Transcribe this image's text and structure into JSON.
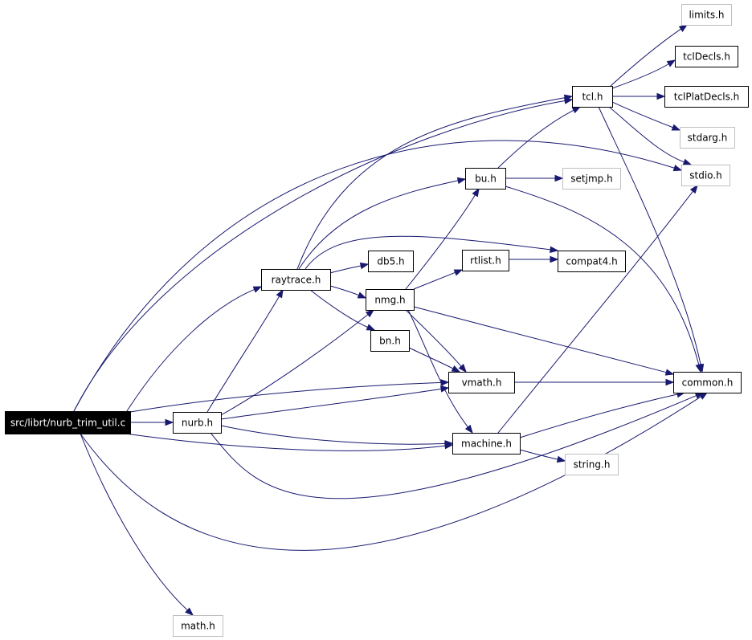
{
  "colors": {
    "edge": "#191970",
    "missing_border": "#bfbfbf",
    "root_fill": "#000000",
    "root_text": "#ffffff"
  },
  "nodes": [
    {
      "id": "root",
      "label": "src/librt/nurb_trim_util.c",
      "kind": "root"
    },
    {
      "id": "nurb",
      "label": "nurb.h",
      "kind": "normal"
    },
    {
      "id": "raytrace",
      "label": "raytrace.h",
      "kind": "normal"
    },
    {
      "id": "db5",
      "label": "db5.h",
      "kind": "normal"
    },
    {
      "id": "nmg",
      "label": "nmg.h",
      "kind": "normal"
    },
    {
      "id": "bn",
      "label": "bn.h",
      "kind": "normal"
    },
    {
      "id": "rtlist",
      "label": "rtlist.h",
      "kind": "normal"
    },
    {
      "id": "compat4",
      "label": "compat4.h",
      "kind": "normal"
    },
    {
      "id": "bu",
      "label": "bu.h",
      "kind": "normal"
    },
    {
      "id": "setjmp",
      "label": "setjmp.h",
      "kind": "missing"
    },
    {
      "id": "tcl",
      "label": "tcl.h",
      "kind": "normal"
    },
    {
      "id": "limits",
      "label": "limits.h",
      "kind": "missing"
    },
    {
      "id": "tclDecls",
      "label": "tclDecls.h",
      "kind": "normal"
    },
    {
      "id": "tclPlatDecls",
      "label": "tclPlatDecls.h",
      "kind": "normal"
    },
    {
      "id": "stdarg",
      "label": "stdarg.h",
      "kind": "missing"
    },
    {
      "id": "stdio",
      "label": "stdio.h",
      "kind": "missing"
    },
    {
      "id": "common",
      "label": "common.h",
      "kind": "normal"
    },
    {
      "id": "vmath",
      "label": "vmath.h",
      "kind": "normal"
    },
    {
      "id": "machine",
      "label": "machine.h",
      "kind": "normal"
    },
    {
      "id": "string",
      "label": "string.h",
      "kind": "missing"
    },
    {
      "id": "math",
      "label": "math.h",
      "kind": "missing"
    }
  ],
  "edges": [
    {
      "from": "root",
      "to": "nurb"
    },
    {
      "from": "root",
      "to": "raytrace"
    },
    {
      "from": "root",
      "to": "tcl"
    },
    {
      "from": "root",
      "to": "stdio"
    },
    {
      "from": "root",
      "to": "vmath"
    },
    {
      "from": "root",
      "to": "machine"
    },
    {
      "from": "root",
      "to": "common"
    },
    {
      "from": "root",
      "to": "math"
    },
    {
      "from": "nurb",
      "to": "raytrace"
    },
    {
      "from": "nurb",
      "to": "nmg"
    },
    {
      "from": "nurb",
      "to": "vmath"
    },
    {
      "from": "nurb",
      "to": "machine"
    },
    {
      "from": "nurb",
      "to": "common"
    },
    {
      "from": "raytrace",
      "to": "db5"
    },
    {
      "from": "raytrace",
      "to": "nmg"
    },
    {
      "from": "raytrace",
      "to": "bn"
    },
    {
      "from": "raytrace",
      "to": "compat4"
    },
    {
      "from": "raytrace",
      "to": "bu"
    },
    {
      "from": "raytrace",
      "to": "tcl"
    },
    {
      "from": "nmg",
      "to": "rtlist"
    },
    {
      "from": "nmg",
      "to": "bu"
    },
    {
      "from": "nmg",
      "to": "vmath"
    },
    {
      "from": "nmg",
      "to": "machine"
    },
    {
      "from": "nmg",
      "to": "common"
    },
    {
      "from": "bn",
      "to": "vmath"
    },
    {
      "from": "rtlist",
      "to": "compat4"
    },
    {
      "from": "bu",
      "to": "tcl"
    },
    {
      "from": "bu",
      "to": "setjmp"
    },
    {
      "from": "bu",
      "to": "common"
    },
    {
      "from": "tcl",
      "to": "limits"
    },
    {
      "from": "tcl",
      "to": "tclDecls"
    },
    {
      "from": "tcl",
      "to": "tclPlatDecls"
    },
    {
      "from": "tcl",
      "to": "stdarg"
    },
    {
      "from": "tcl",
      "to": "stdio"
    },
    {
      "from": "tcl",
      "to": "common"
    },
    {
      "from": "vmath",
      "to": "common"
    },
    {
      "from": "machine",
      "to": "common"
    },
    {
      "from": "machine",
      "to": "string"
    },
    {
      "from": "machine",
      "to": "stdio"
    }
  ]
}
